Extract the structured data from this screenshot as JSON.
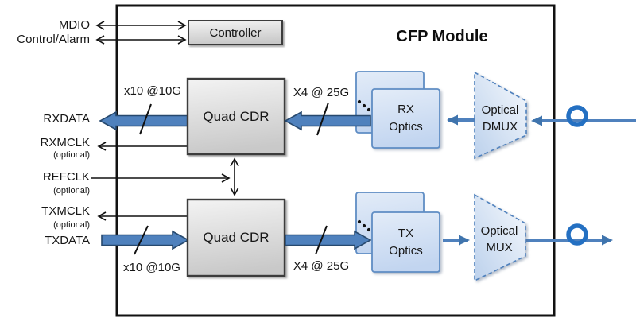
{
  "module": {
    "title": "CFP Module"
  },
  "blocks": {
    "controller": {
      "label": "Controller"
    },
    "quad_cdr_rx": {
      "label": "Quad CDR"
    },
    "quad_cdr_tx": {
      "label": "Quad CDR"
    },
    "rx_optics": {
      "line1": "RX",
      "line2": "Optics"
    },
    "tx_optics": {
      "line1": "TX",
      "line2": "Optics"
    },
    "optical_dmux": {
      "line1": "Optical",
      "line2": "DMUX"
    },
    "optical_mux": {
      "line1": "Optical",
      "line2": "MUX"
    }
  },
  "host_signals": {
    "mdio": {
      "label": "MDIO"
    },
    "control_alarm": {
      "label": "Control/Alarm"
    },
    "rxdata": {
      "label": "RXDATA"
    },
    "rxmclk": {
      "label": "RXMCLK",
      "note": "(optional)"
    },
    "refclk": {
      "label": "REFCLK",
      "note": "(optional)"
    },
    "txmclk": {
      "label": "TXMCLK",
      "note": "(optional)"
    },
    "txdata": {
      "label": "TXDATA"
    }
  },
  "bus_labels": {
    "rx_host_bus": "x10 @10G",
    "rx_line_bus": "X4 @ 25G",
    "tx_host_bus": "x10 @10G",
    "tx_line_bus": "X4 @ 25G"
  },
  "colors": {
    "accent_blue": "#4f81bd",
    "thick_arrow_border": "#27496e",
    "fiber_ring_blue": "#2470c2",
    "optics_border_blue": "#5f8dc4",
    "gray_block_border": "#3c3c3c",
    "module_border": "#111111"
  }
}
